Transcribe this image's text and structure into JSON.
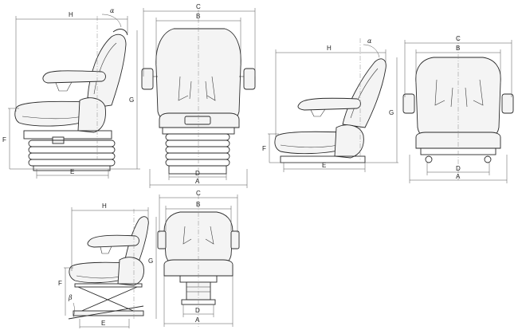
{
  "dimension_labels": {
    "height_overall": "H",
    "width_overall": "C",
    "width_cushion": "B",
    "height_g": "G",
    "height_f": "F",
    "depth_e": "E",
    "width_d": "D",
    "width_a": "A",
    "angle_alpha": "α",
    "angle_beta": "β"
  }
}
